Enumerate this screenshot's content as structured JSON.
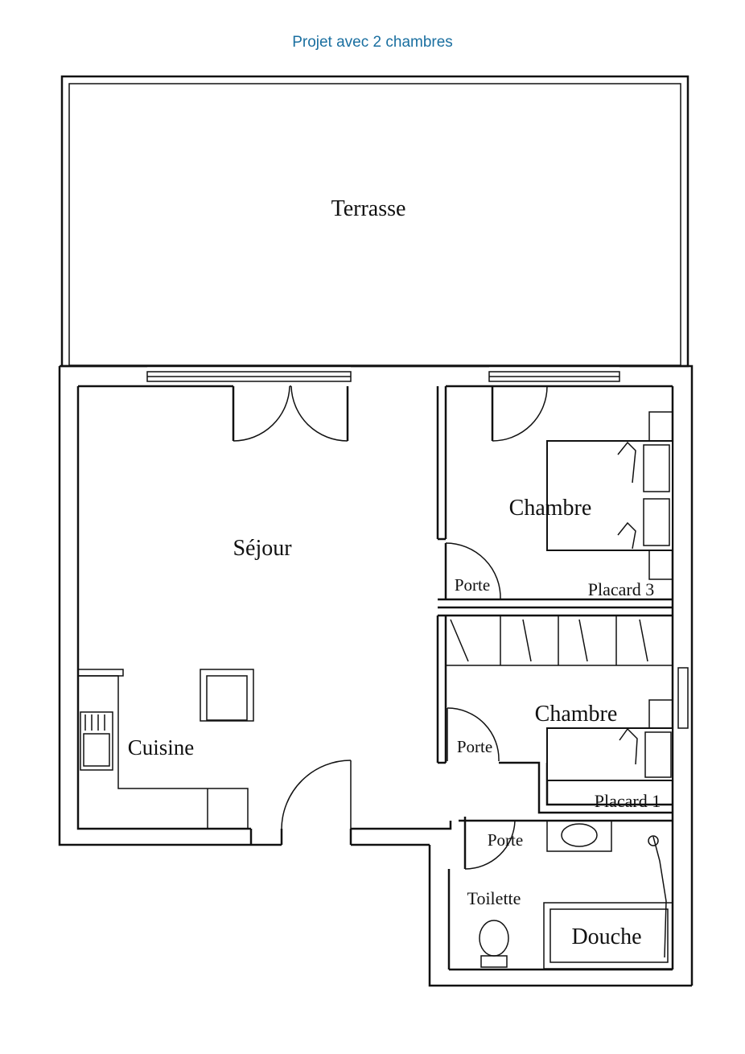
{
  "title": "Projet avec 2 chambres",
  "title_color": "#1a6fa0",
  "rooms": {
    "terrasse": "Terrasse",
    "sejour": "Séjour",
    "cuisine": "Cuisine",
    "chambre_1": "Chambre",
    "chambre_2": "Chambre",
    "placard_3": "Placard 3",
    "placard_1": "Placard 1",
    "porte_1": "Porte",
    "porte_2": "Porte",
    "porte_3": "Porte",
    "toilette": "Toilette",
    "douche": "Douche"
  }
}
